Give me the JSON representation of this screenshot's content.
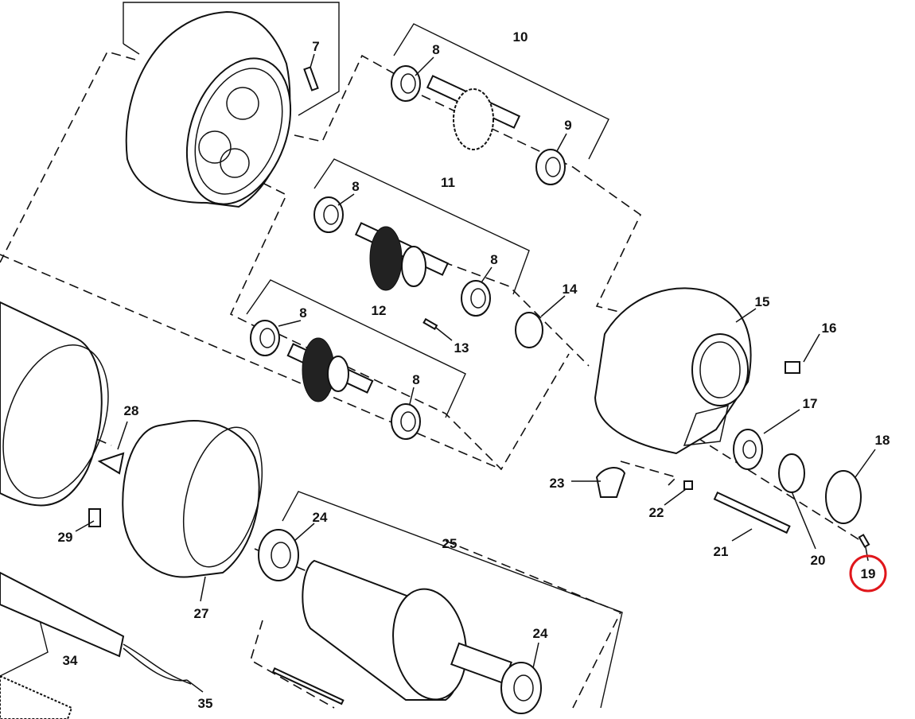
{
  "diagram": {
    "type": "exploded-parts-diagram",
    "highlight_color": "#e0161b",
    "callouts": [
      {
        "id": "c7",
        "label": "7"
      },
      {
        "id": "c8a",
        "label": "8"
      },
      {
        "id": "c10",
        "label": "10"
      },
      {
        "id": "c9",
        "label": "9"
      },
      {
        "id": "c8b",
        "label": "8"
      },
      {
        "id": "c11",
        "label": "11"
      },
      {
        "id": "c8c",
        "label": "8"
      },
      {
        "id": "c14",
        "label": "14"
      },
      {
        "id": "c15",
        "label": "15"
      },
      {
        "id": "c16",
        "label": "16"
      },
      {
        "id": "c8d",
        "label": "8"
      },
      {
        "id": "c12",
        "label": "12"
      },
      {
        "id": "c13",
        "label": "13"
      },
      {
        "id": "c8e",
        "label": "8"
      },
      {
        "id": "c17",
        "label": "17"
      },
      {
        "id": "c18",
        "label": "18"
      },
      {
        "id": "c28",
        "label": "28"
      },
      {
        "id": "c23",
        "label": "23"
      },
      {
        "id": "c22",
        "label": "22"
      },
      {
        "id": "c21",
        "label": "21"
      },
      {
        "id": "c20",
        "label": "20"
      },
      {
        "id": "c19",
        "label": "19",
        "highlighted": true
      },
      {
        "id": "c29",
        "label": "29"
      },
      {
        "id": "c24a",
        "label": "24"
      },
      {
        "id": "c25",
        "label": "25"
      },
      {
        "id": "c27",
        "label": "27"
      },
      {
        "id": "c34",
        "label": "34"
      },
      {
        "id": "c24b",
        "label": "24"
      },
      {
        "id": "c35",
        "label": "35"
      }
    ]
  }
}
